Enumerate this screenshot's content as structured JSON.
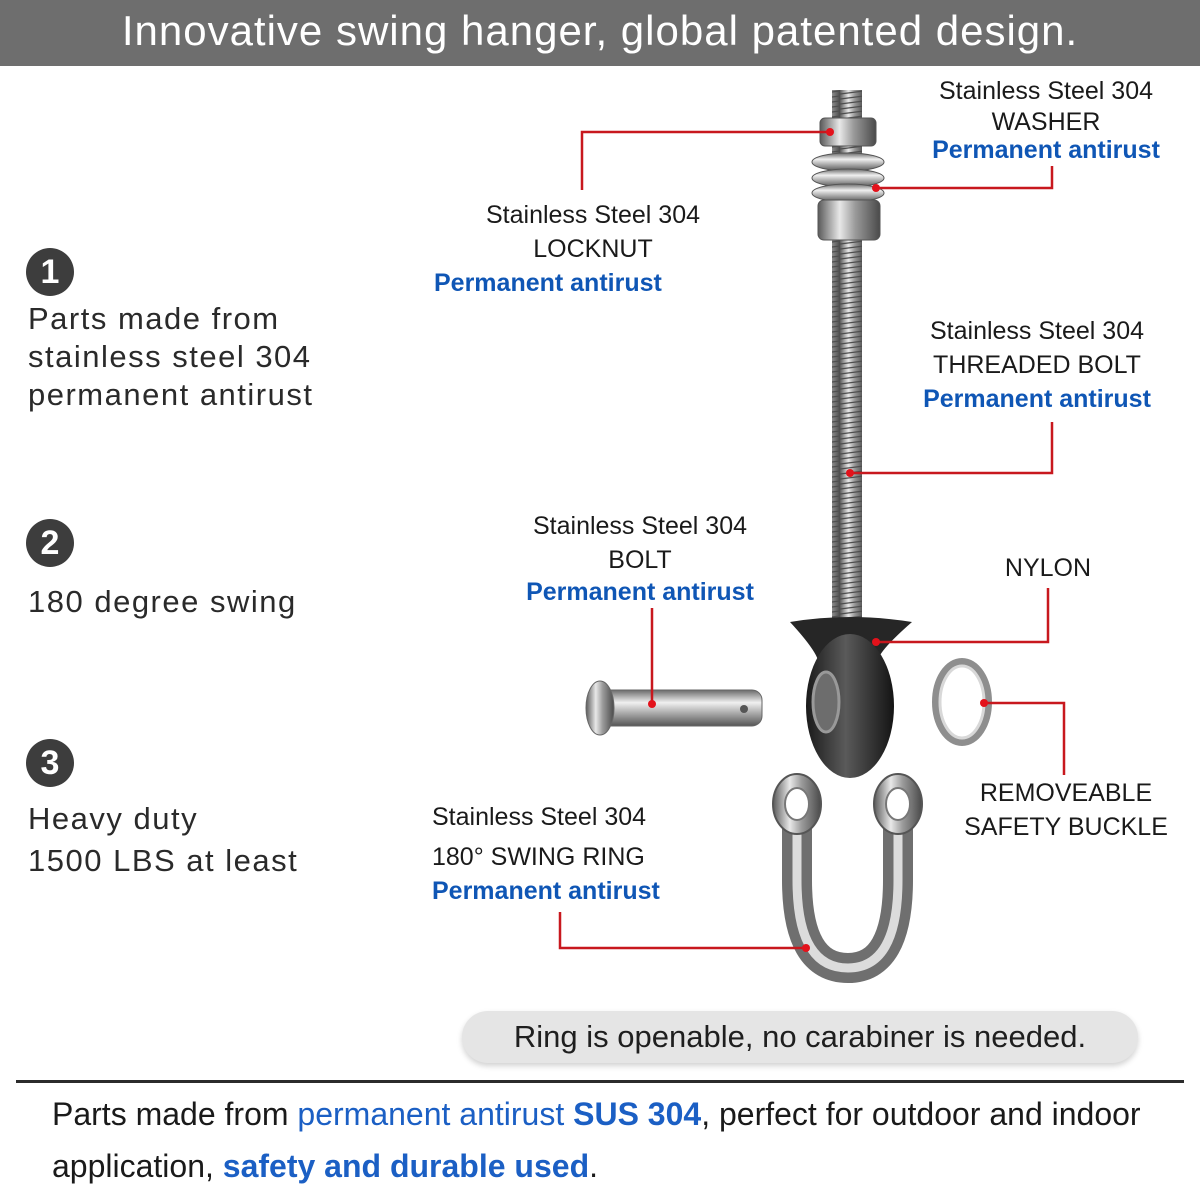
{
  "header": {
    "title": "Innovative swing hanger, global patented design."
  },
  "features": [
    {
      "number": "1",
      "lines": [
        "Parts made from",
        "stainless steel 304",
        "permanent antirust"
      ]
    },
    {
      "number": "2",
      "lines": [
        "180 degree swing"
      ]
    },
    {
      "number": "3",
      "lines": [
        "Heavy duty",
        "1500 LBS at least"
      ]
    }
  ],
  "callouts": {
    "washer": {
      "line1": "Stainless Steel 304",
      "line2": "WASHER",
      "line3": "Permanent antirust"
    },
    "locknut": {
      "line1": "Stainless Steel 304",
      "line2": "LOCKNUT",
      "line3": "Permanent antirust"
    },
    "threaded_bolt": {
      "line1": "Stainless Steel 304",
      "line2": "THREADED BOLT",
      "line3": "Permanent antirust"
    },
    "bolt": {
      "line1": "Stainless Steel 304",
      "line2": "BOLT",
      "line3": "Permanent antirust"
    },
    "nylon": {
      "line1": "NYLON"
    },
    "safety_buckle": {
      "line1": "REMOVEABLE",
      "line2": "SAFETY BUCKLE"
    },
    "swing_ring": {
      "line1": "Stainless Steel 304",
      "line2": "180° SWING  RING",
      "line3": "Permanent antirust"
    }
  },
  "ring_note": "Ring is openable, no carabiner is needed.",
  "footer": {
    "part1": "Parts made from ",
    "part2": "permanent antirust ",
    "part3": "SUS 304",
    "part4": ", perfect for outdoor and indoor application, ",
    "part5": "safety and durable used",
    "part6": "."
  },
  "colors": {
    "header_bg": "#6e6e6e",
    "accent_blue": "#0f56b5",
    "leader_red": "#c8181e"
  }
}
